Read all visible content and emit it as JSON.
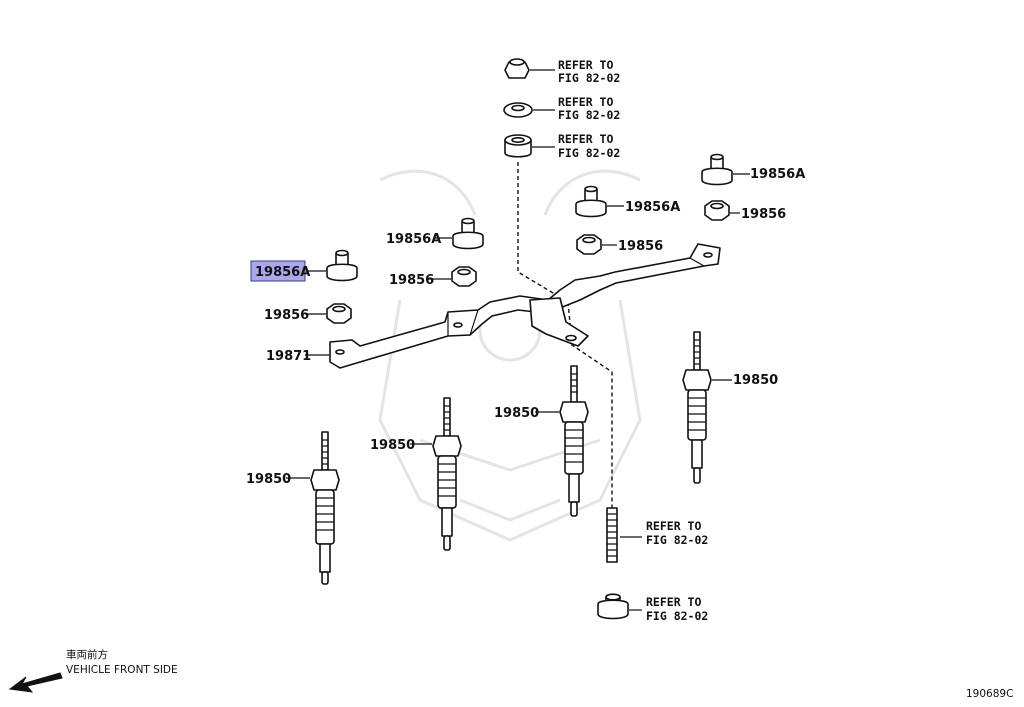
{
  "part_labels": {
    "nut_top_right_a": "19856A",
    "nut_top_right": "19856",
    "nut_center_a": "19856A",
    "nut_center": "19856",
    "nut_left_a": "19856A",
    "nut_left": "19856",
    "nut_far_left_a": "19856A",
    "nut_far_left": "19856",
    "bus_bar": "19871",
    "plug_1": "19850",
    "plug_2": "19850",
    "plug_3": "19850",
    "plug_4": "19850"
  },
  "refer": {
    "line1": "REFER TO",
    "line2": "FIG 82-02"
  },
  "direction": {
    "japanese": "車両前方",
    "english": "VEHICLE FRONT SIDE"
  },
  "figure_id": "190689C",
  "highlight_color": "#a9a9e8"
}
